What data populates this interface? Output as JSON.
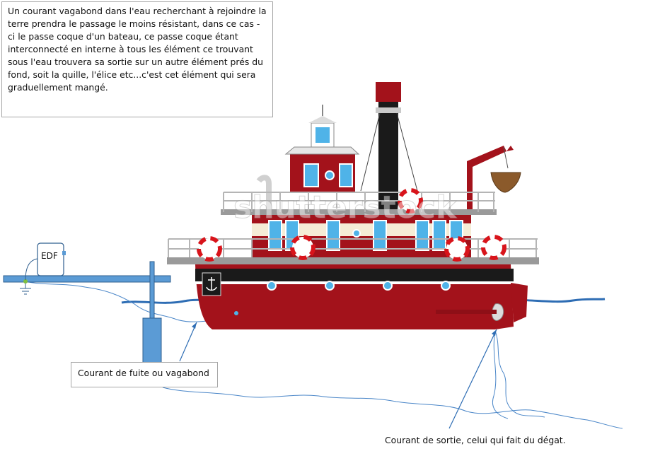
{
  "info": {
    "text": "Un courant vagabond dans l'eau recherchant à rejoindre la terre  prendra le passage le moins résistant, dans ce cas -ci le passe coque d'un bateau, ce passe coque étant interconnecté en interne à tous les élément ce trouvant sous l'eau trouvera sa sortie sur un autre élément prés du fond, soit la quille, l'élice etc...c'est cet élément qui sera graduellement mangé."
  },
  "labels": {
    "edf": "EDF",
    "leak_current": "Courant de fuite ou vagabond",
    "exit_current": "Courant de sortie, celui qui fait du dégat."
  },
  "watermark": "shutterstock",
  "colors": {
    "water_line": "#2e6db4",
    "current_path": "#4a86c8",
    "hull_red": "#a3121b",
    "hull_black": "#1a1a1a",
    "dock_blue": "#5b9bd5",
    "dock_outline": "#2f5f8f"
  }
}
